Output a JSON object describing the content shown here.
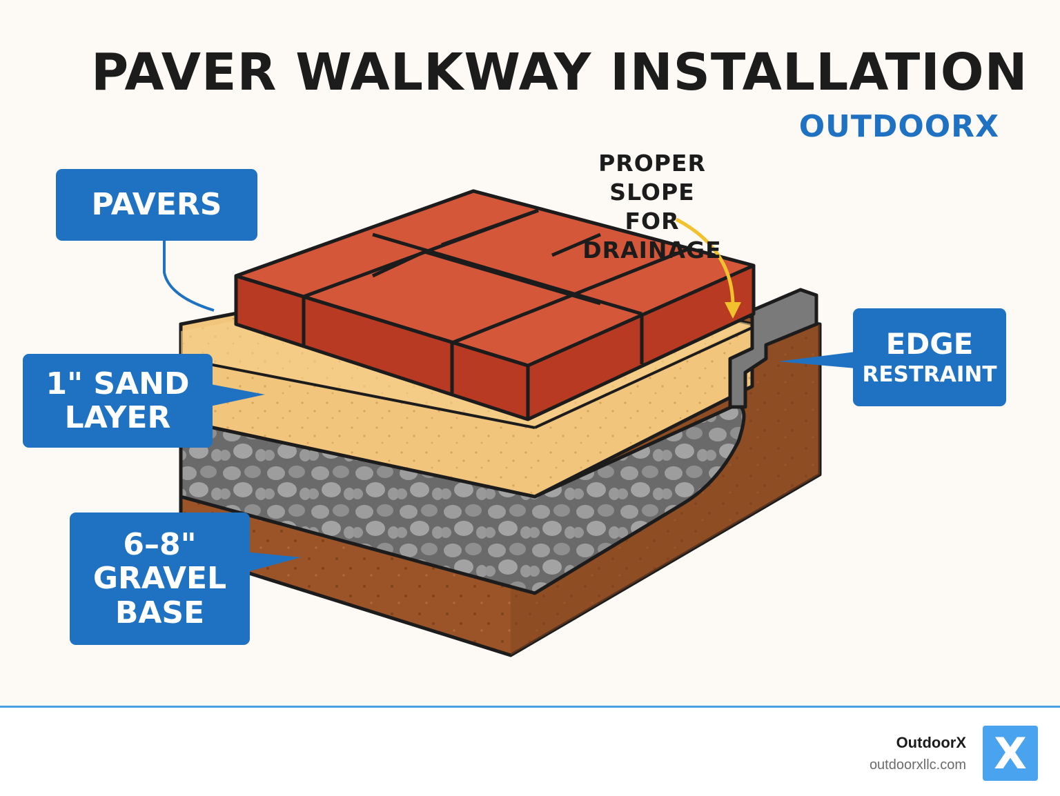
{
  "title": "PAVER WALKWAY INSTALLATION",
  "brand": "OUTDOORX",
  "annotations": {
    "slope_line1": "PROPER SLOPE",
    "slope_line2": "FOR DRAINAGE"
  },
  "labels": {
    "pavers": "PAVERS",
    "sand_line1": "1\" SAND",
    "sand_line2": "LAYER",
    "gravel_line1": "6–8\"",
    "gravel_line2": "GRAVEL",
    "gravel_line3": "BASE",
    "edge_line1": "EDGE",
    "edge_line2": "RESTRAINT"
  },
  "footer": {
    "company": "OutdoorX",
    "url": "outdoorxllc.com",
    "logo_letter": "X"
  },
  "colors": {
    "accent_blue": "#1f72c2",
    "brick": "#c9452b",
    "sand": "#f2c57c",
    "gravel": "#6e6e6e",
    "soil": "#9a5428",
    "arrow": "#f2c12e"
  }
}
